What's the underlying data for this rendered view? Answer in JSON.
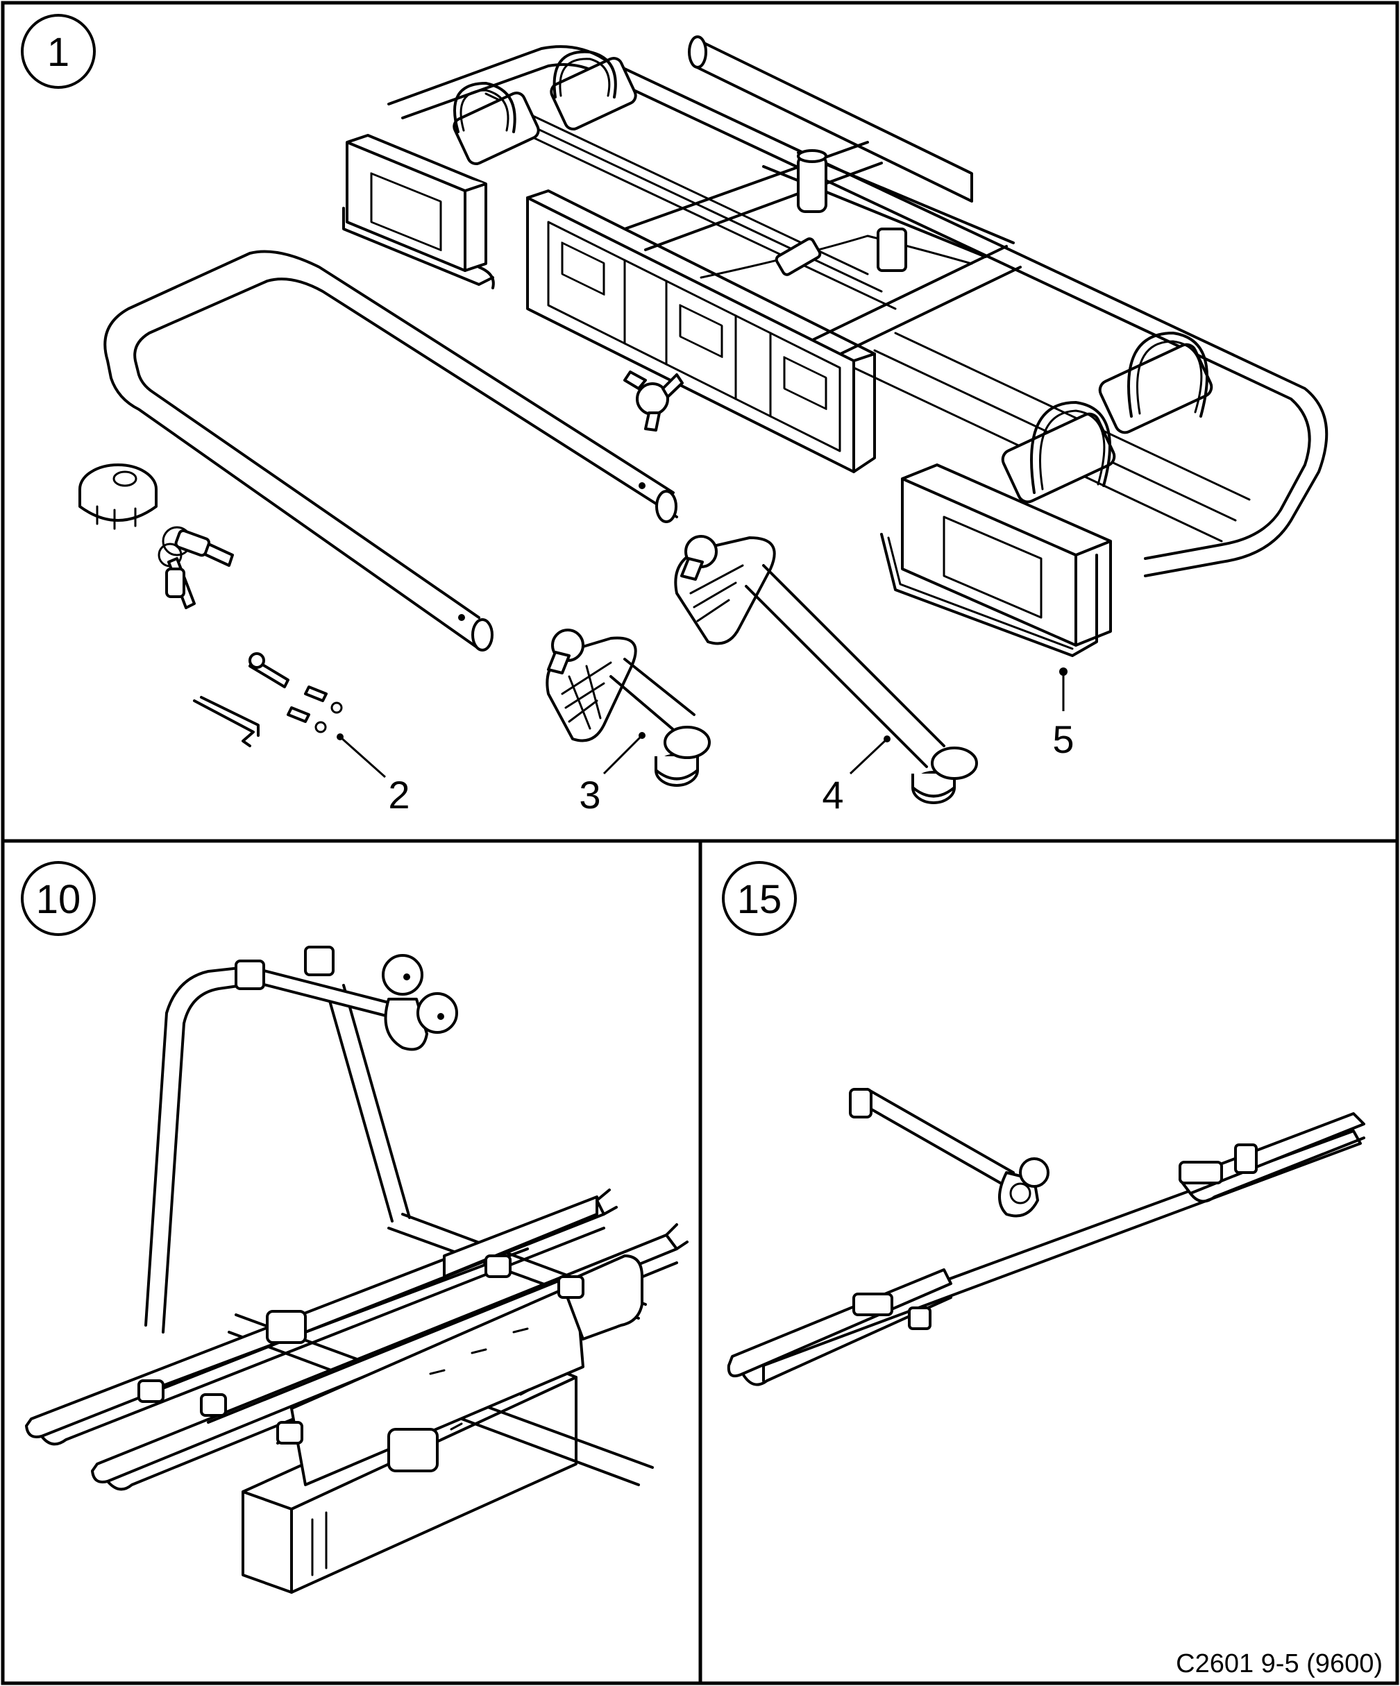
{
  "panels": [
    {
      "id": "1",
      "callouts": [
        "2",
        "3",
        "4",
        "5"
      ]
    },
    {
      "id": "10",
      "callouts": []
    },
    {
      "id": "15",
      "callouts": []
    }
  ],
  "document_code": "C2601 9-5 (9600)"
}
